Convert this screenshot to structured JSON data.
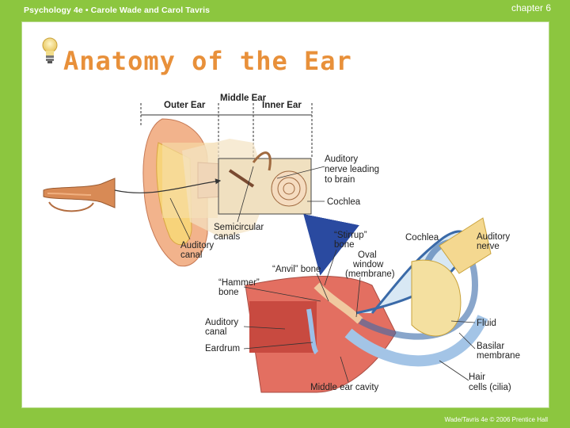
{
  "header": {
    "text": "Psychology 4e  •  Carole Wade and Carol Tavris",
    "chapter": "chapter 6"
  },
  "slide": {
    "title": "Anatomy of the Ear",
    "icon": "lightbulb-icon"
  },
  "diagram": {
    "sections": [
      "Outer Ear",
      "Middle Ear",
      "Inner Ear"
    ],
    "labels": {
      "auditory_nerve_brain": "Auditory nerve leading to brain",
      "cochlea_top": "Cochlea",
      "semicircular": "Semicircular canals",
      "auditory_canal_top": "Auditory canal",
      "stirrup": "“Stirrup” bone",
      "oval_window": "Oval window (membrane)",
      "cochlea_detail": "Cochlea",
      "auditory_nerve": "Auditory nerve",
      "anvil": "“Anvil” bone",
      "hammer": "“Hammer” bone",
      "auditory_canal_bottom": "Auditory canal",
      "eardrum": "Eardrum",
      "fluid": "Fluid",
      "basilar": "Basilar membrane",
      "hair_cells": "Hair cells (cilia)",
      "middle_cavity": "Middle ear cavity"
    }
  },
  "footer": {
    "credit": "Wade/Tavris 4e © 2006 Prentice Hall"
  },
  "colors": {
    "background": "#8cc63f",
    "title": "#e8903a"
  }
}
